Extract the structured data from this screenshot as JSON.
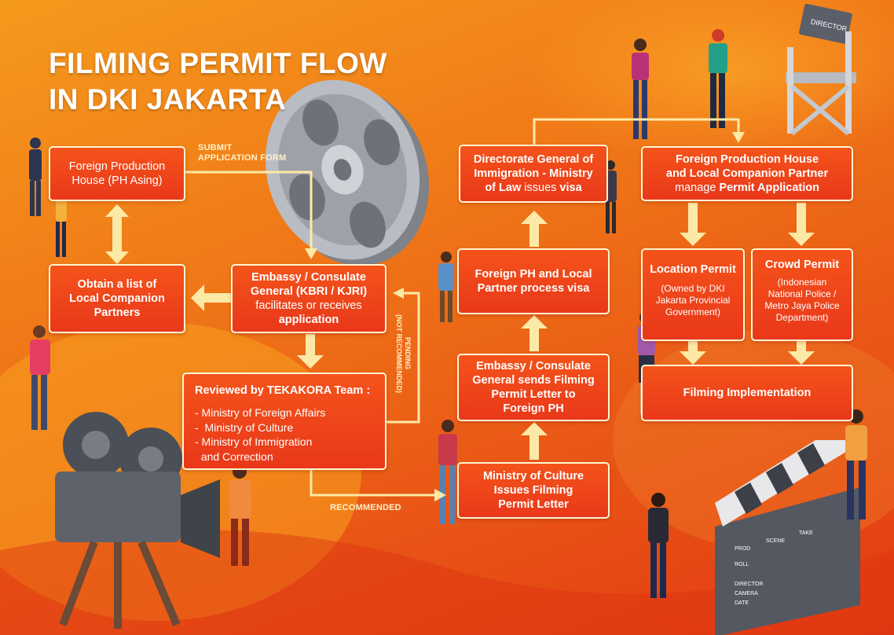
{
  "title": {
    "line1": "FILMING PERMIT FLOW",
    "line2": "IN DKI JAKARTA"
  },
  "colors": {
    "box_fill": "#ec4219",
    "box_border": "#fff6d2",
    "arrow": "#fde9a6",
    "background_top": "#f59a1c",
    "background_bottom": "#e23a12"
  },
  "nodes": {
    "foreign_ph": {
      "line1": "Foreign  Production",
      "line2": "House (PH Asing)"
    },
    "obtain_list": {
      "line1": "Obtain a list of",
      "line2": "Local Companion",
      "line3": "Partners"
    },
    "embassy": {
      "line1": "Embassy / Consulate",
      "line2": "General (KBRI / KJRI)",
      "line3": "facilitates or receives",
      "line4": "application"
    },
    "tekakora": {
      "heading": "Reviewed by TEKAKORA Team :",
      "items": [
        "- Ministry of Foreign Affairs",
        "-  Ministry of Culture",
        "- Ministry of Immigration",
        "  and Correction"
      ]
    },
    "ministry_culture": {
      "line1": "Ministry of Culture",
      "line2": "Issues Filming",
      "line3": "Permit Letter"
    },
    "embassy_sends": {
      "line1": "Embassy / Consulate",
      "line2": "General sends Filming",
      "line3": "Permit Letter to",
      "line4": "Foreign PH"
    },
    "process_visa": {
      "line1": "Foreign  PH and Local",
      "line2": "Partner process visa"
    },
    "dg_immigration": {
      "line1": "Directorate General of",
      "line2": "Immigration - Ministry",
      "line3a": "of Law",
      "line3b": " issues ",
      "line3c": "visa"
    },
    "manage_permit": {
      "line1": "Foreign Production House",
      "line2": "and Local Companion Partner",
      "line3a": "manage ",
      "line3b": "Permit Application"
    },
    "location_permit": {
      "heading": "Location Permit",
      "sub1": "(Owned by DKI",
      "sub2": "Jakarta Provincial",
      "sub3": "Government)"
    },
    "crowd_permit": {
      "heading": "Crowd Permit",
      "sub1": "(Indonesian",
      "sub2": "National  Police /",
      "sub3": "Metro Jaya Police",
      "sub4": "Department)"
    },
    "implementation": {
      "label": "Filming Implementation"
    }
  },
  "edge_labels": {
    "submit_line1": "SUBMIT",
    "submit_line2": "APPLICATION FORM",
    "recommended": "RECOMMENDED",
    "pending_line1": "PENDING",
    "pending_line2": "(NOT RECOMMENDED)"
  },
  "props": {
    "director_chair_text": "DIRECTOR",
    "clapper_col1": "PROD",
    "clapper_col2": "SCENE",
    "clapper_col3": "TAKE",
    "clapper_row1": "ROLL",
    "clapper_row2": "DIRECTOR",
    "clapper_row3": "CAMERA",
    "clapper_row4": "DATE"
  }
}
